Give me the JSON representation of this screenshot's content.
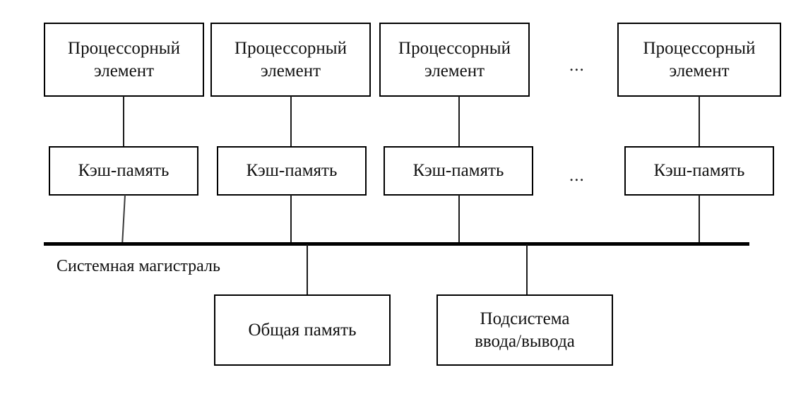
{
  "diagram": {
    "title_text": "Системная магистраль",
    "line_color": "#000000",
    "box_fill": "#ffffff",
    "text_color": "#111111",
    "processing_elements": [
      {
        "label": "Процессорный\nэлемент"
      },
      {
        "label": "Процессорный\nэлемент"
      },
      {
        "label": "Процессорный\nэлемент"
      },
      {
        "label": "Процессорный\nэлемент"
      }
    ],
    "caches": [
      {
        "label": "Кэш-память"
      },
      {
        "label": "Кэш-память"
      },
      {
        "label": "Кэш-память"
      },
      {
        "label": "Кэш-память"
      }
    ],
    "ellipses": [
      {
        "text": "..."
      },
      {
        "text": "..."
      }
    ],
    "bottom_nodes": [
      {
        "label": "Общая память"
      },
      {
        "label": "Подсистема\nввода/вывода"
      }
    ]
  }
}
